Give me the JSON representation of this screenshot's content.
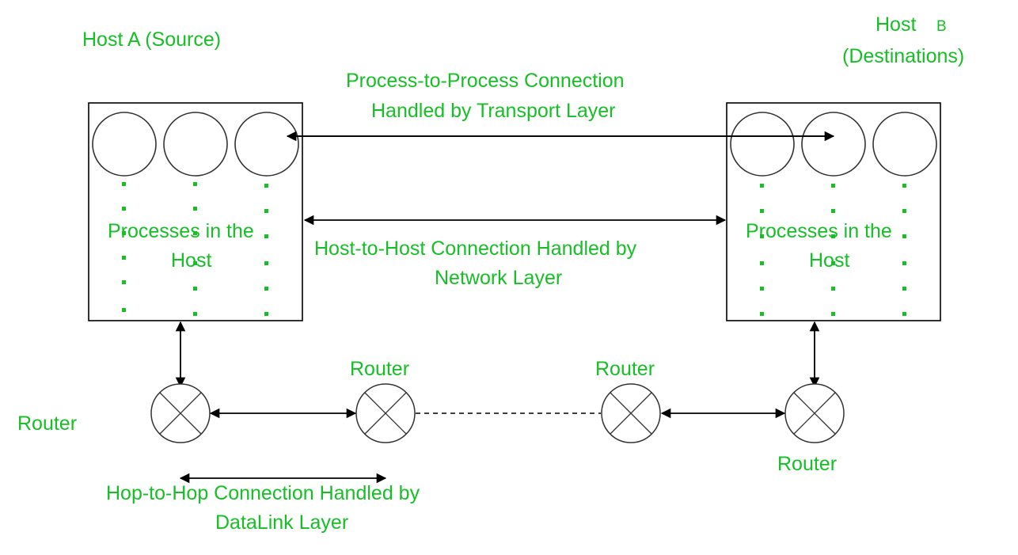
{
  "diagram": {
    "title_left": "Host A (Source)",
    "title_right_line1": "Host",
    "title_right_b": "B",
    "title_right_line2": "(Destinations)",
    "captions": {
      "transport_line1": "Process-to-Process Connection",
      "transport_line2": "Handled by Transport Layer",
      "network_line1": "Host-to-Host Connection Handled by",
      "network_line2": "Network Layer",
      "datalink_line1": "Hop-to-Hop Connection Handled by",
      "datalink_line2": "DataLink Layer"
    },
    "host_left": {
      "body_line1": "Processes in the",
      "body_line2": "Host"
    },
    "host_right": {
      "body_line1": "Processes in the",
      "body_line2": "Host"
    },
    "router_labels": {
      "router_1": "Router",
      "router_2": "Router",
      "router_3": "Router",
      "router_4": "Router"
    },
    "colors": {
      "label_green": "#16bf25",
      "line_black": "#000000",
      "shape_stroke": "#333333",
      "background": "#ffffff"
    },
    "icons": {
      "process": "circle-icon",
      "router": "router-cross-circle-icon",
      "arrow": "arrowhead-icon"
    }
  }
}
